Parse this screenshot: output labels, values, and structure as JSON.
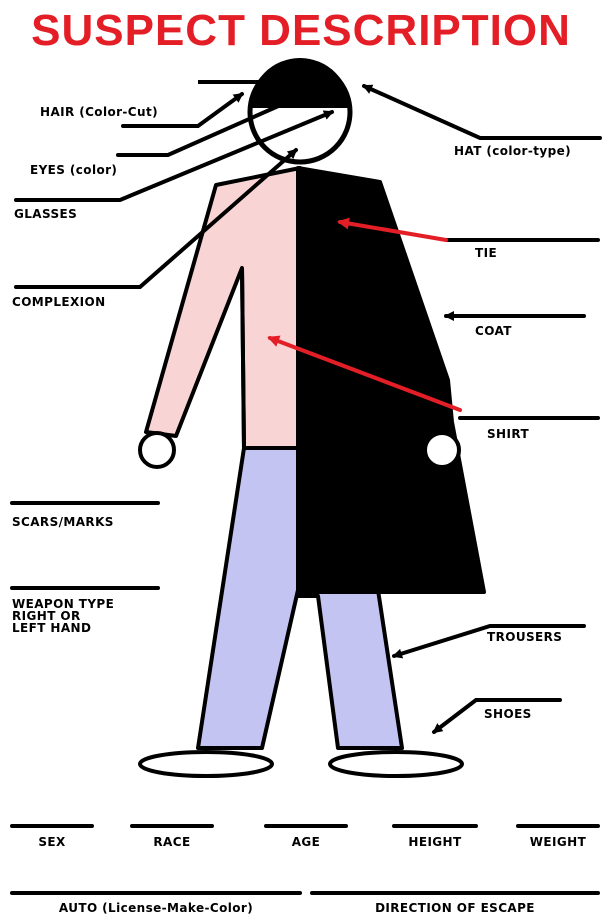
{
  "title": "SUSPECT DESCRIPTION",
  "colors": {
    "title": "#e41e26",
    "shirt_fill": "#f8d4d4",
    "trousers_fill": "#c4c4f2",
    "coat_fill": "#000000",
    "red_arrows": "#e41e26",
    "lines": "#000000"
  },
  "labels": {
    "hair": "HAIR (Color-Cut)",
    "eyes": "EYES (color)",
    "glasses": "GLASSES",
    "complexion": "COMPLEXION",
    "hat": "HAT (color-type)",
    "tie": "TIE",
    "coat": "COAT",
    "shirt": "SHIRT",
    "scars": "SCARS/MARKS",
    "weapon": "WEAPON TYPE\nRIGHT OR\nLEFT HAND",
    "trousers": "TROUSERS",
    "shoes": "SHOES"
  },
  "footer": {
    "sex": "SEX",
    "race": "RACE",
    "age": "AGE",
    "height": "HEIGHT",
    "weight": "WEIGHT",
    "auto": "AUTO (License-Make-Color)",
    "direction": "DIRECTION OF ESCAPE"
  }
}
